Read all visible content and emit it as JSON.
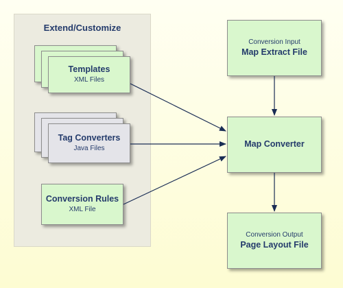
{
  "panel": {
    "title": "Extend/Customize"
  },
  "left_boxes": {
    "templates": {
      "title": "Templates",
      "subtitle": "XML Files"
    },
    "tag_converters": {
      "title": "Tag Converters",
      "subtitle": "Java Files"
    },
    "conversion_rules": {
      "title": "Conversion Rules",
      "subtitle": "XML File"
    }
  },
  "right_boxes": {
    "input": {
      "caption": "Conversion Input",
      "title": "Map Extract File"
    },
    "converter": {
      "title": "Map Converter"
    },
    "output": {
      "caption": "Conversion Output",
      "title": "Page Layout File"
    }
  },
  "colors": {
    "box_green": "#d9f7cd",
    "box_gray": "#e4e4e9",
    "text_navy": "#243b6b",
    "arrow": "#1a2d55"
  }
}
